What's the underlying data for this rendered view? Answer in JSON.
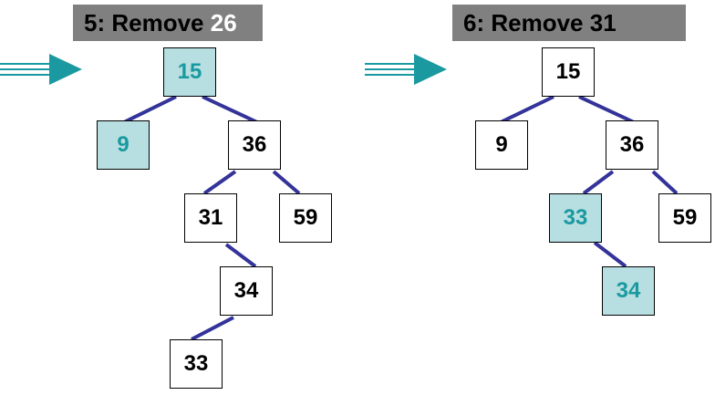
{
  "colors": {
    "title_bg": "#808080",
    "highlight_fill": "#b7dfe1",
    "highlight_text": "#1a9aa0",
    "edge": "#333399",
    "arrow": "#1a9aa0"
  },
  "panels": [
    {
      "title_prefix": "5: Remove ",
      "title_value": "26",
      "has_arrow": true,
      "nodes": [
        {
          "value": "15",
          "highlight": true
        },
        {
          "value": "9",
          "highlight": true
        },
        {
          "value": "36",
          "highlight": false
        },
        {
          "value": "31",
          "highlight": false
        },
        {
          "value": "59",
          "highlight": false
        },
        {
          "value": "34",
          "highlight": false
        },
        {
          "value": "33",
          "highlight": false
        }
      ],
      "edges": [
        [
          "15",
          "9"
        ],
        [
          "15",
          "36"
        ],
        [
          "36",
          "31"
        ],
        [
          "36",
          "59"
        ],
        [
          "31",
          "34"
        ],
        [
          "34",
          "33"
        ]
      ]
    },
    {
      "title_prefix": "6: Remove ",
      "title_value": "31",
      "has_arrow": true,
      "nodes": [
        {
          "value": "15",
          "highlight": false
        },
        {
          "value": "9",
          "highlight": false
        },
        {
          "value": "36",
          "highlight": false
        },
        {
          "value": "33",
          "highlight": true
        },
        {
          "value": "59",
          "highlight": false
        },
        {
          "value": "34",
          "highlight": true
        }
      ],
      "edges": [
        [
          "15",
          "9"
        ],
        [
          "15",
          "36"
        ],
        [
          "36",
          "33"
        ],
        [
          "36",
          "59"
        ],
        [
          "33",
          "34"
        ]
      ]
    }
  ]
}
